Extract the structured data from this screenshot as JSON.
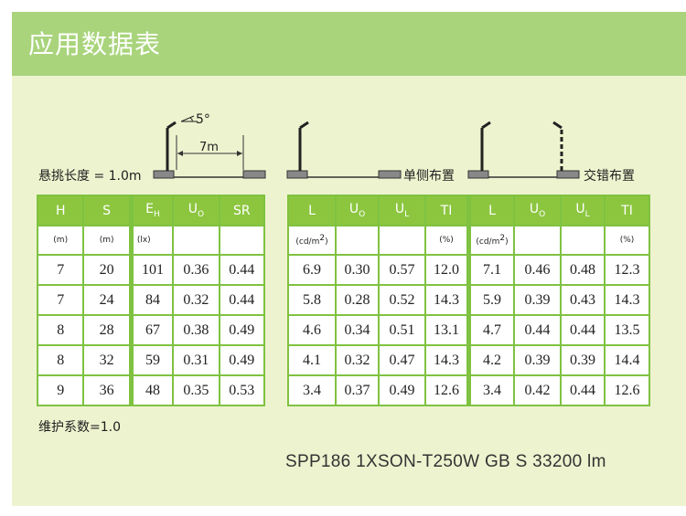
{
  "title": "应用数据表",
  "diagram": {
    "overhang_label": "悬挑长度 = 1.0m",
    "angle_label": "5°",
    "distance_label": "7m",
    "single_label": "单侧布置",
    "staggered_label": "交错布置"
  },
  "table_left": {
    "headers": [
      {
        "main": "H",
        "sub": ""
      },
      {
        "main": "S",
        "sub": ""
      },
      {
        "main": "E",
        "sub": "H"
      },
      {
        "main": "U",
        "sub": "O"
      },
      {
        "main": "SR",
        "sub": ""
      }
    ],
    "units": [
      "(m)",
      "(m)",
      "(lx)",
      "",
      ""
    ],
    "rows": [
      [
        "7",
        "20",
        "101",
        "0.36",
        "0.44"
      ],
      [
        "7",
        "24",
        "84",
        "0.32",
        "0.44"
      ],
      [
        "8",
        "28",
        "67",
        "0.38",
        "0.49"
      ],
      [
        "8",
        "32",
        "59",
        "0.31",
        "0.49"
      ],
      [
        "9",
        "36",
        "48",
        "0.35",
        "0.53"
      ]
    ]
  },
  "table_right": {
    "headers": [
      {
        "main": "L",
        "sub": ""
      },
      {
        "main": "U",
        "sub": "O"
      },
      {
        "main": "U",
        "sub": "L"
      },
      {
        "main": "TI",
        "sub": ""
      },
      {
        "main": "L",
        "sub": ""
      },
      {
        "main": "U",
        "sub": "O"
      },
      {
        "main": "U",
        "sub": "L"
      },
      {
        "main": "TI",
        "sub": ""
      }
    ],
    "units": [
      {
        "text": "(cd/m",
        "sup": "2",
        "close": ")"
      },
      {
        "text": "",
        "sup": "",
        "close": ""
      },
      {
        "text": "",
        "sup": "",
        "close": ""
      },
      {
        "text": "(%)",
        "sup": "",
        "close": ""
      },
      {
        "text": "(cd/m",
        "sup": "2",
        "close": ")"
      },
      {
        "text": "",
        "sup": "",
        "close": ""
      },
      {
        "text": "",
        "sup": "",
        "close": ""
      },
      {
        "text": "(%)",
        "sup": "",
        "close": ""
      }
    ],
    "rows": [
      [
        "6.9",
        "0.30",
        "0.57",
        "12.0",
        "7.1",
        "0.46",
        "0.48",
        "12.3"
      ],
      [
        "5.8",
        "0.28",
        "0.52",
        "14.3",
        "5.9",
        "0.39",
        "0.43",
        "14.3"
      ],
      [
        "4.6",
        "0.34",
        "0.51",
        "13.1",
        "4.7",
        "0.44",
        "0.44",
        "13.5"
      ],
      [
        "4.1",
        "0.32",
        "0.47",
        "14.3",
        "4.2",
        "0.39",
        "0.39",
        "14.4"
      ],
      [
        "3.4",
        "0.37",
        "0.49",
        "12.6",
        "3.4",
        "0.42",
        "0.44",
        "12.6"
      ]
    ]
  },
  "maintenance_label": "维护系数=1.0",
  "footer_model": "SPP186 1XSON-T250W GB S  33200 lm",
  "colors": {
    "background": "#eef3cf",
    "header_band": "#a9d47c",
    "table_grid": "#7fc241",
    "table_header": "#8cc63f"
  }
}
